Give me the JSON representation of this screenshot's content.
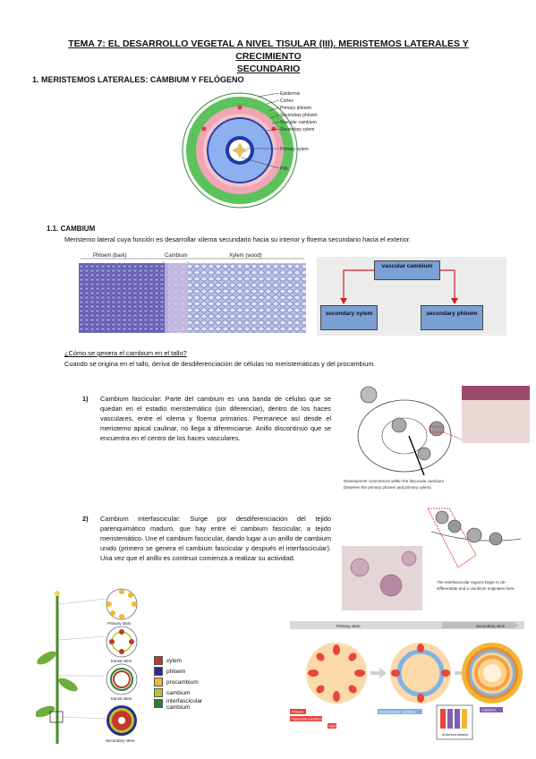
{
  "title_line1": "TEMA 7: EL DESARROLLO VEGETAL A NIVEL TISULAR (III). MERISTEMOS LATERALES Y CRECIMIENTO",
  "title_line2": "SECUNDARIO",
  "section1": "1.  MERISTEMOS LATERALES: CAMBIUM Y FELÓGENO",
  "stem_labels": [
    "Epidermis",
    "Cortex",
    "Primary phloem",
    "Secondary phloem",
    "Vascular cambium",
    "Secondary xylem",
    "Primary xylem",
    "Pith"
  ],
  "sub11": "1.1.  CAMBIUM",
  "sub11_text": "Meristemo lateral cuya función es desarrollar xilema secundario hacia su interior y floema secundario hacia el exterior.",
  "micro_labels": {
    "phloem": "Phloem (bark)",
    "cambium": "Cambium",
    "xylem": "Xylem (wood)"
  },
  "flow": {
    "top": "vascular cambium",
    "left": "secondary xylem",
    "right": "secondary phloem"
  },
  "question": "¿Cómo se genera el cambium en el tallo?",
  "question_answer": "Cuando se origina en el tallo, deriva de desdiferenciación de células no meristemáticas y del procambium.",
  "items": [
    {
      "num": "1)",
      "text": "Cambium fascicular: Parte del cambium es una banda de células que se quedan en el estadio meristemático (sin diferenciar), dentro de los haces vasculares, entre el xilema y floema primarios. Permanece así desde el meristemo apical caulinar, no llega a diferenciarse. Anillo discontinuo que se encuentra en el centro de los haces vasculares."
    },
    {
      "num": "2)",
      "text": "Cambium interfascicular: Surge por desdiferenciación del tejido parenquimático maduro, que hay entre el cambium fascicular, a tejido meristemático. Une el cambium fascicular, dando lugar a un anillo de cambium unido (primero se genera el cambium fascicular y después el interfascicular). Una vez que el anillo es continuo comienza a realizar su actividad."
    }
  ],
  "fig1_caption": [
    "Development commences within the fascicular cambium",
    "(between the primary phloem and primary xylem)"
  ],
  "fig2_caption": [
    "The interfascicular regions begin to de-",
    "differentiate and a cambium originates here."
  ],
  "stage_labels": [
    "Primary stem",
    "transit stem",
    "transit stem",
    "Secondary stem"
  ],
  "legend": [
    {
      "label": "xylem",
      "color": "#c0392b"
    },
    {
      "label": "phloem",
      "color": "#2c2c8c"
    },
    {
      "label": "procambium",
      "color": "#f2b632"
    },
    {
      "label": "cambium",
      "color": "#b5c430"
    },
    {
      "label": "interfascicular cambium",
      "color": "#2e7d32"
    }
  ],
  "diagram_labels": {
    "primary": "Primary stem",
    "secondary": "Secondary stem",
    "phloem": "Phloem",
    "fasc": "Fascicular cambium",
    "inter": "Interfascicular cambium",
    "xylem": "Xylem",
    "cambium": "Cambium",
    "division": "Antichnal division"
  }
}
